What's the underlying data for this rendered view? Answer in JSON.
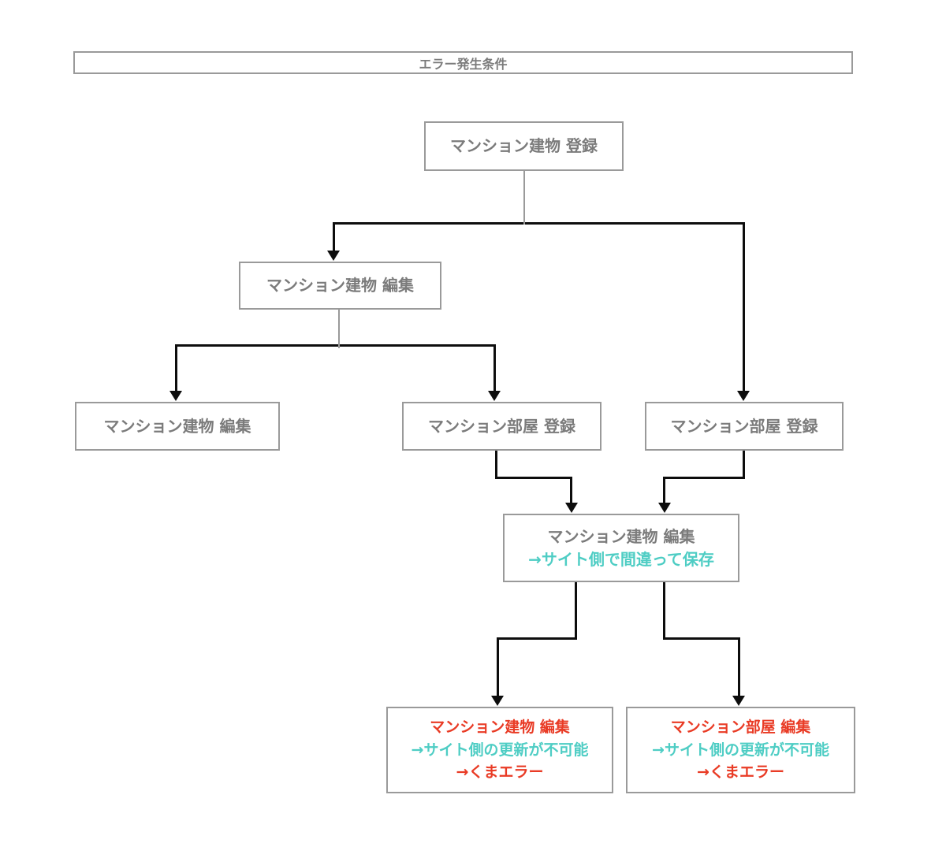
{
  "title_bar": {
    "label": "エラー発生条件"
  },
  "flowchart": {
    "nodes": {
      "register_building": {
        "title": "マンション建物 登録"
      },
      "edit_building_mid": {
        "title": "マンション建物 編集"
      },
      "edit_building_left": {
        "title": "マンション建物 編集"
      },
      "register_room_center": {
        "title": "マンション部屋 登録"
      },
      "register_room_right": {
        "title": "マンション部屋 登録"
      },
      "edit_building_wrong_save": {
        "title": "マンション建物 編集",
        "note": "→サイト側で間違って保存"
      },
      "error_edit_building": {
        "title": "マンション建物 編集",
        "note": "→サイト側の更新が不可能",
        "result": "→くまエラー"
      },
      "error_edit_room": {
        "title": "マンション部屋 編集",
        "note": "→サイト側の更新が不可能",
        "result": "→くまエラー"
      }
    },
    "colors": {
      "node_text_gray": "#7b7b7b",
      "node_border_gray": "#9a9a9a",
      "highlight_teal": "#4ecdc4",
      "error_red": "#e93b25",
      "connector_black": "#0d0d0d"
    }
  }
}
